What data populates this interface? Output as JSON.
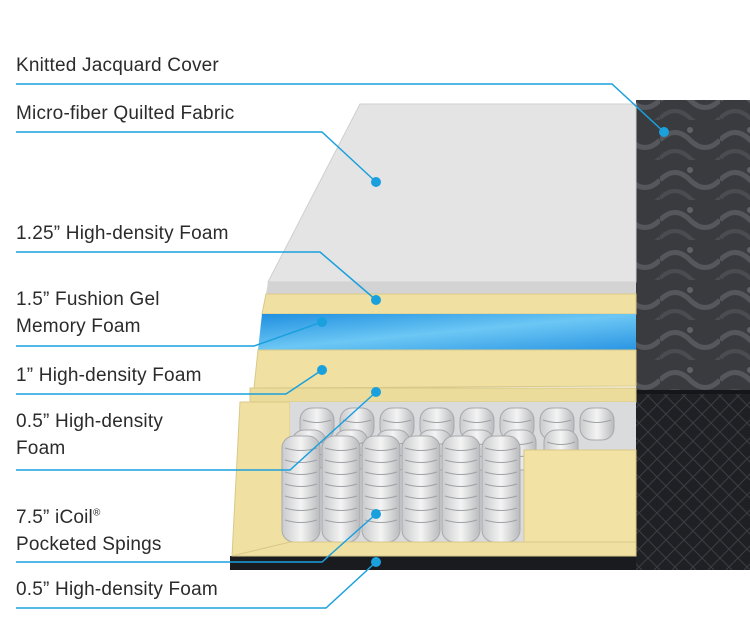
{
  "colors": {
    "leader_line": "#1aa0dd",
    "foam_yellow": "#f0e1a2",
    "gel_blue": "#3ea5e8",
    "quilt_white": "#e8e8e8",
    "cover_dark": "#2f3033",
    "base_black": "#1a1b1e"
  },
  "layers": [
    {
      "id": "cover",
      "label": "Knitted Jacquard Cover"
    },
    {
      "id": "quilt",
      "label": "Micro-fiber Quilted Fabric"
    },
    {
      "id": "foam125",
      "label": "1.25” High-density Foam"
    },
    {
      "id": "gel",
      "label": "1.5” Fushion Gel",
      "label2": "Memory Foam"
    },
    {
      "id": "foam1",
      "label": "1” High-density Foam"
    },
    {
      "id": "foam05top",
      "label": "0.5” High-density",
      "label2": "Foam"
    },
    {
      "id": "coil",
      "label": "7.5” iCoil",
      "mark": "®",
      "label2": "Pocketed Spings"
    },
    {
      "id": "foam05bot",
      "label": "0.5” High-density Foam"
    }
  ]
}
